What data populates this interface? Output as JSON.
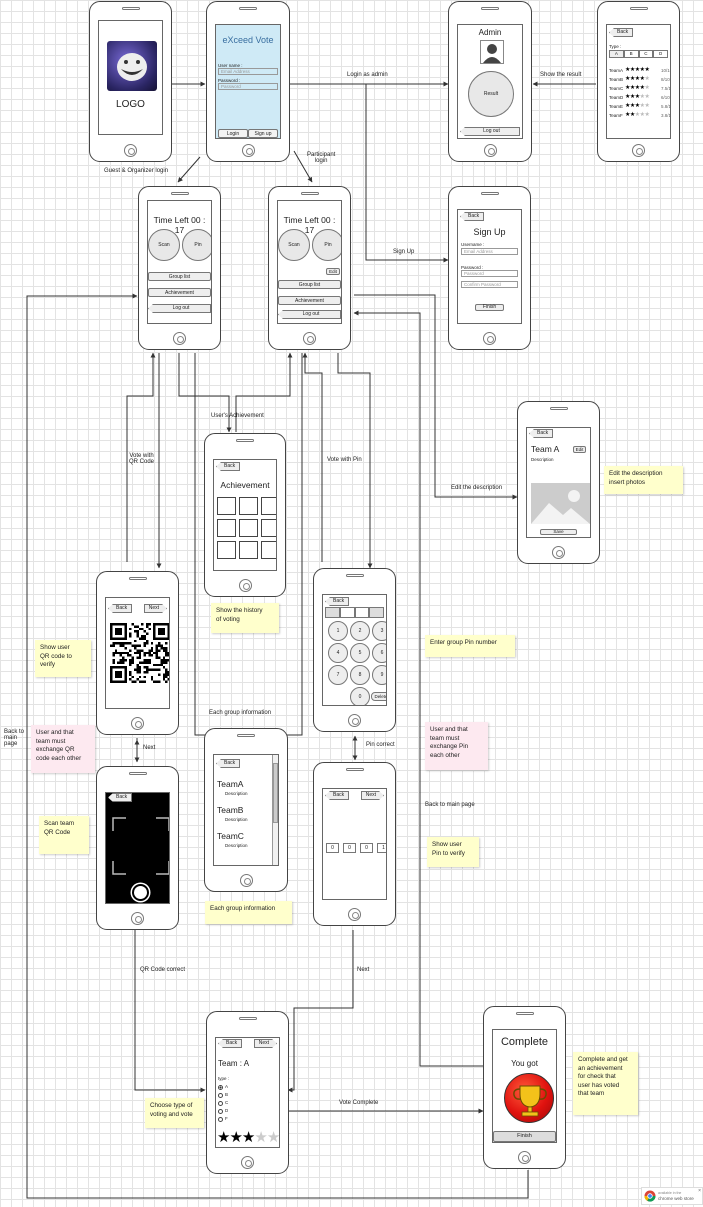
{
  "connectors": {
    "guest_organizer_login": "Guest & Organizer login",
    "participant_login": "Participant\nlogin",
    "login_as_admin": "Login as admin",
    "show_result": "Show the result",
    "sign_up": "Sign Up",
    "users_achievement": "User's Achievement",
    "vote_with_qr": "Vote with\nQR Code",
    "vote_with_pin": "Vote with Pin",
    "edit_description": "Edit the description",
    "each_group_info": "Each group information",
    "next_qr": "Next",
    "pin_correct": "Pin correct",
    "back_to_main_page_right": "Back to main page",
    "back_to_main_page_left": "Back to\nmain\npage",
    "qr_code_correct": "QR Code correct",
    "next_pin": "Next",
    "vote_complete": "Vote Complete"
  },
  "notes": {
    "show_qr": "Show user\nQR code to\nverify",
    "exchange_qr": "User and that\nteam must\nexchange QR\ncode each other",
    "scan_team_qr": "Scan team\nQR Code",
    "history": "Show the history\nof voting",
    "group_info": "Each group information",
    "enter_pin": "Enter group Pin number",
    "exchange_pin": "User and that\nteam must\nexchange Pin\neach other",
    "show_pin": "Show user\nPin to verify",
    "edit_desc": "Edit the description\ninsert photos",
    "complete_note": "Complete and get\nan achievement\nfor check that\nuser has voted\nthat team",
    "choose_vote": "Choose type of\nvoting and vote"
  },
  "splash": {
    "logo_text": "LOGO"
  },
  "login": {
    "title": "eXceed Vote",
    "username_label": "User name :",
    "username_placeholder": "Email Address",
    "password_label": "Password :",
    "password_placeholder": "Password",
    "login_button": "Login",
    "signup_button": "Sign up"
  },
  "admin": {
    "title": "Admin",
    "result_button": "Result",
    "logout_button": "Log out"
  },
  "results": {
    "back": "Back",
    "type_label": "Type :",
    "tabs": [
      "A",
      "B",
      "C",
      "D"
    ],
    "rows": [
      {
        "team": "TeamA",
        "stars": 5,
        "score": "10/10"
      },
      {
        "team": "TeamB",
        "stars": 4,
        "score": "8/10"
      },
      {
        "team": "TeamC",
        "stars": 4,
        "score": "7.5/10"
      },
      {
        "team": "TeamD",
        "stars": 3,
        "score": "6/10"
      },
      {
        "team": "TeamE",
        "stars": 3,
        "score": "5.8/10"
      },
      {
        "team": "TeamF",
        "stars": 2,
        "score": "3.8/10"
      }
    ]
  },
  "main_guest": {
    "time_left": "Time Left 00 : 17",
    "scan": "Scan",
    "pin": "Pin",
    "group_list": "Group list",
    "achievement": "Achievement",
    "logout": "Log out"
  },
  "main_participant": {
    "time_left": "Time Left 00 : 17",
    "scan": "Scan",
    "pin": "Pin",
    "edit": "Edit",
    "group_list": "Group list",
    "achievement": "Achievement",
    "logout": "Log out"
  },
  "signup": {
    "back": "Back",
    "title": "Sign Up",
    "username_label": "Username :",
    "username_placeholder": "Email Address",
    "password_label": "Password :",
    "password_placeholder": "Password",
    "confirm_placeholder": "Confirm Password",
    "finish": "Finish"
  },
  "achievement": {
    "back": "Back",
    "title": "Achievement"
  },
  "edit_team": {
    "back": "Back",
    "team": "Team A",
    "edit": "Edit",
    "description": "Description",
    "save": "Save"
  },
  "qr_show": {
    "back": "Back",
    "next": "Next"
  },
  "pin_enter": {
    "back": "Back",
    "keys": [
      "1",
      "2",
      "3",
      "4",
      "5",
      "6",
      "7",
      "8",
      "9",
      "0"
    ],
    "delete": "Delete"
  },
  "qr_scan": {
    "back": "Back"
  },
  "group_list": {
    "back": "Back",
    "teams": [
      {
        "name": "TeamA",
        "desc": "Description"
      },
      {
        "name": "TeamB",
        "desc": "Description"
      },
      {
        "name": "TeamC",
        "desc": "Description"
      }
    ]
  },
  "pin_show": {
    "back": "Back",
    "next": "Next",
    "digits": [
      "0",
      "0",
      "0",
      "1"
    ]
  },
  "vote": {
    "back": "Back",
    "next": "Next",
    "team": "Team : A",
    "type_label": "type :",
    "options": [
      "A",
      "B",
      "C",
      "D",
      "F"
    ],
    "stars_filled": 3,
    "stars_total": 5
  },
  "complete": {
    "title": "Complete",
    "you_got": "You got",
    "finish": "Finish"
  },
  "badge": {
    "line1": "available in the",
    "line2": "chrome web store"
  },
  "colors": {
    "login_bg": "#cfeaf6",
    "trophy_red": "#e0120f",
    "trophy_gold": "#f3c21a"
  }
}
